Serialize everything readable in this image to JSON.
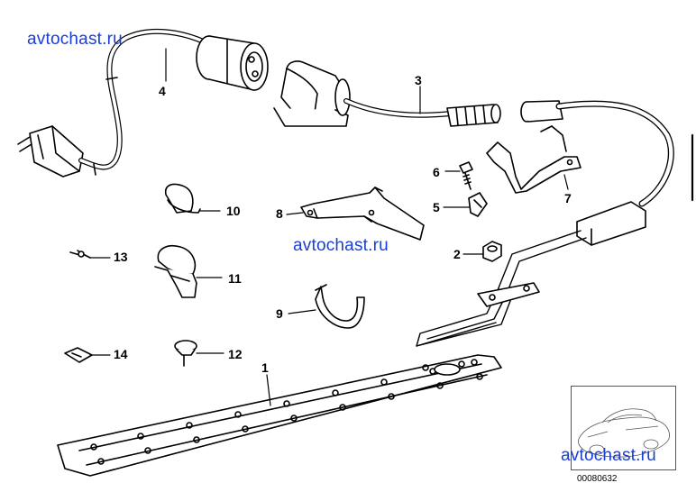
{
  "watermarks": [
    "avtochast.ru",
    "avtochast.ru",
    "avtochast.ru"
  ],
  "part_numbers": {
    "p1": "1",
    "p2": "2",
    "p3": "3",
    "p4": "4",
    "p5": "5",
    "p6": "6",
    "p7": "7",
    "p8": "8",
    "p9": "9",
    "p10": "10",
    "p11": "11",
    "p12": "12",
    "p13": "13",
    "p14": "14"
  },
  "reference_code": "00080632"
}
